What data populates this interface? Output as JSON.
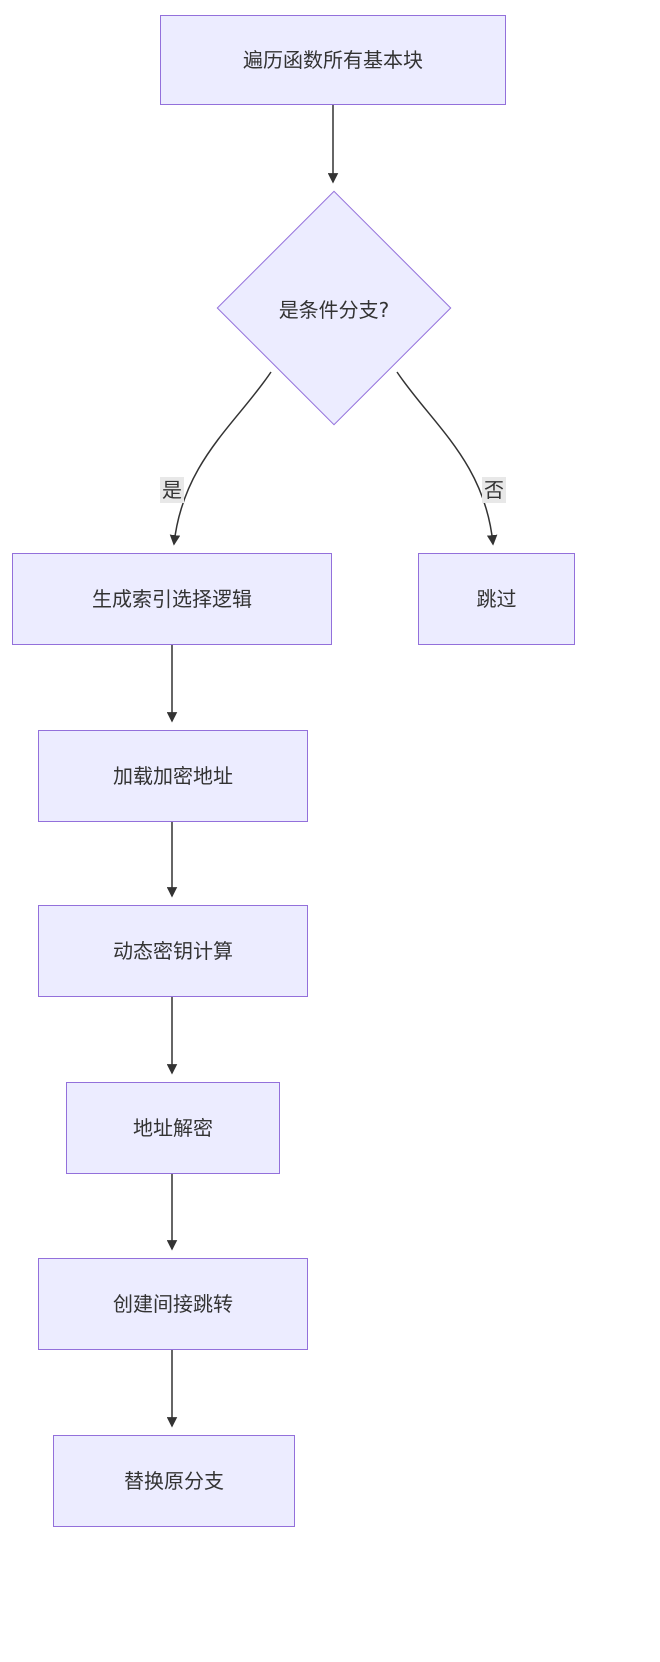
{
  "diagram": {
    "type": "flowchart",
    "nodes": {
      "traverse": {
        "label": "遍历函数所有基本块",
        "shape": "rect"
      },
      "decision": {
        "label": "是条件分支?",
        "shape": "diamond"
      },
      "index_logic": {
        "label": "生成索引选择逻辑",
        "shape": "rect"
      },
      "skip": {
        "label": "跳过",
        "shape": "rect"
      },
      "load_addr": {
        "label": "加载加密地址",
        "shape": "rect"
      },
      "dyn_key": {
        "label": "动态密钥计算",
        "shape": "rect"
      },
      "decrypt": {
        "label": "地址解密",
        "shape": "rect"
      },
      "indirect_jump": {
        "label": "创建间接跳转",
        "shape": "rect"
      },
      "replace": {
        "label": "替换原分支",
        "shape": "rect"
      }
    },
    "edge_labels": {
      "yes": "是",
      "no": "否"
    },
    "edges": [
      {
        "from": "遍历函数所有基本块",
        "to": "是条件分支?",
        "label": ""
      },
      {
        "from": "是条件分支?",
        "to": "生成索引选择逻辑",
        "label": "是"
      },
      {
        "from": "是条件分支?",
        "to": "跳过",
        "label": "否"
      },
      {
        "from": "生成索引选择逻辑",
        "to": "加载加密地址",
        "label": ""
      },
      {
        "from": "加载加密地址",
        "to": "动态密钥计算",
        "label": ""
      },
      {
        "from": "动态密钥计算",
        "to": "地址解密",
        "label": ""
      },
      {
        "from": "地址解密",
        "to": "创建间接跳转",
        "label": ""
      },
      {
        "from": "创建间接跳转",
        "to": "替换原分支",
        "label": ""
      }
    ],
    "colors": {
      "node_fill": "#ECECFF",
      "node_border": "#9370DB",
      "edge_stroke": "#333333",
      "edge_label_bg": "#e8e8e8",
      "text": "#333333",
      "background": "#ffffff"
    }
  }
}
